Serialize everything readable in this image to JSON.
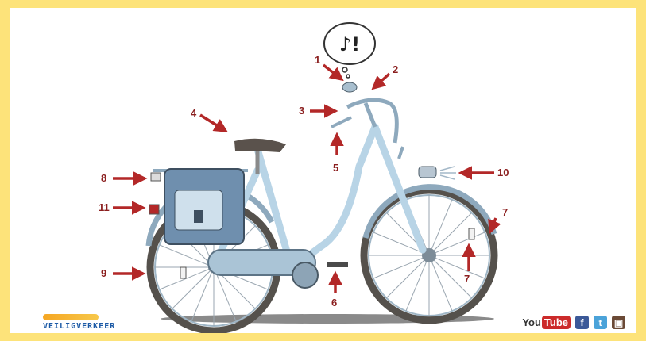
{
  "callouts": [
    "1",
    "2",
    "3",
    "4",
    "5",
    "6",
    "7",
    "7",
    "8",
    "9",
    "10",
    "11"
  ],
  "logo": {
    "text": "VEILIGVERKEER"
  },
  "social": {
    "youtube_you": "You",
    "youtube_tube": "Tube",
    "facebook": "f",
    "twitter": "t",
    "instagram": "▣"
  },
  "colors": {
    "background": "#fde37a",
    "arrow": "#b32828",
    "frame": "#b8d4e6",
    "bag": "#6f8fae",
    "tire": "#55514c",
    "logo_blue": "#1c5aa6",
    "logo_orange": "#f5a623"
  },
  "icons": [
    "speech-bubble-icon",
    "youtube-icon",
    "facebook-icon",
    "twitter-icon",
    "instagram-icon"
  ]
}
